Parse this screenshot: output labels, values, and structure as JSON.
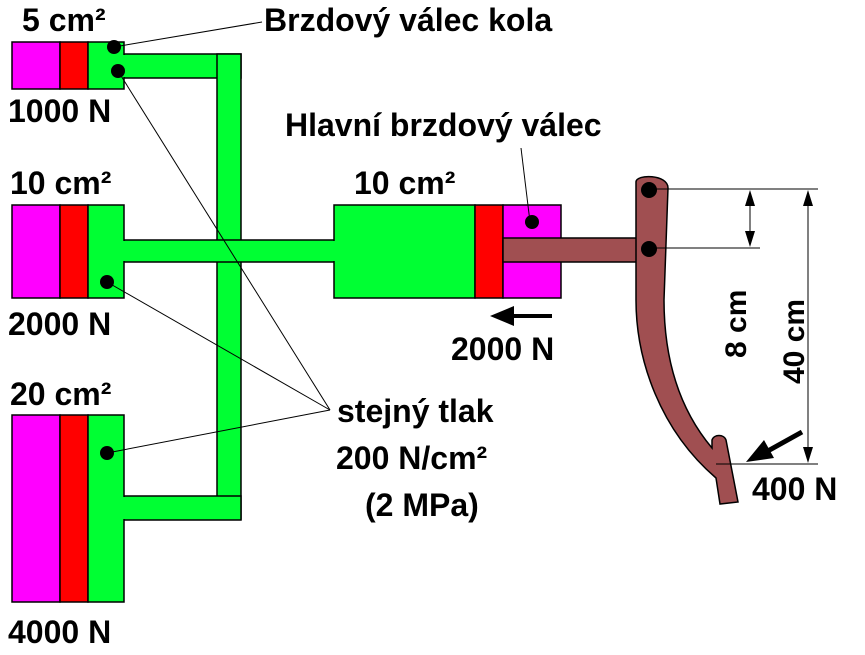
{
  "labels": {
    "wheel_cylinder_title": "Brzdový válec kola",
    "master_cylinder_title": "Hlavní brzdový válec",
    "area_top": "5 cm²",
    "force_top": "1000 N",
    "area_middle": "10 cm²",
    "force_middle": "2000 N",
    "area_bottom": "20 cm²",
    "force_bottom": "4000 N",
    "area_master": "10 cm²",
    "force_master": "2000 N",
    "pressure_line1": "stejný tlak",
    "pressure_line2": "200 N/cm²",
    "pressure_line3": "(2 MPa)",
    "dim_short": "8 cm",
    "dim_long": "40 cm",
    "force_pedal": "400 N"
  },
  "colors": {
    "fluid": "#00ff33",
    "piston": "#ff0000",
    "chamber": "#ff00ff",
    "pedal": "#a04f51",
    "outline": "#000000"
  }
}
